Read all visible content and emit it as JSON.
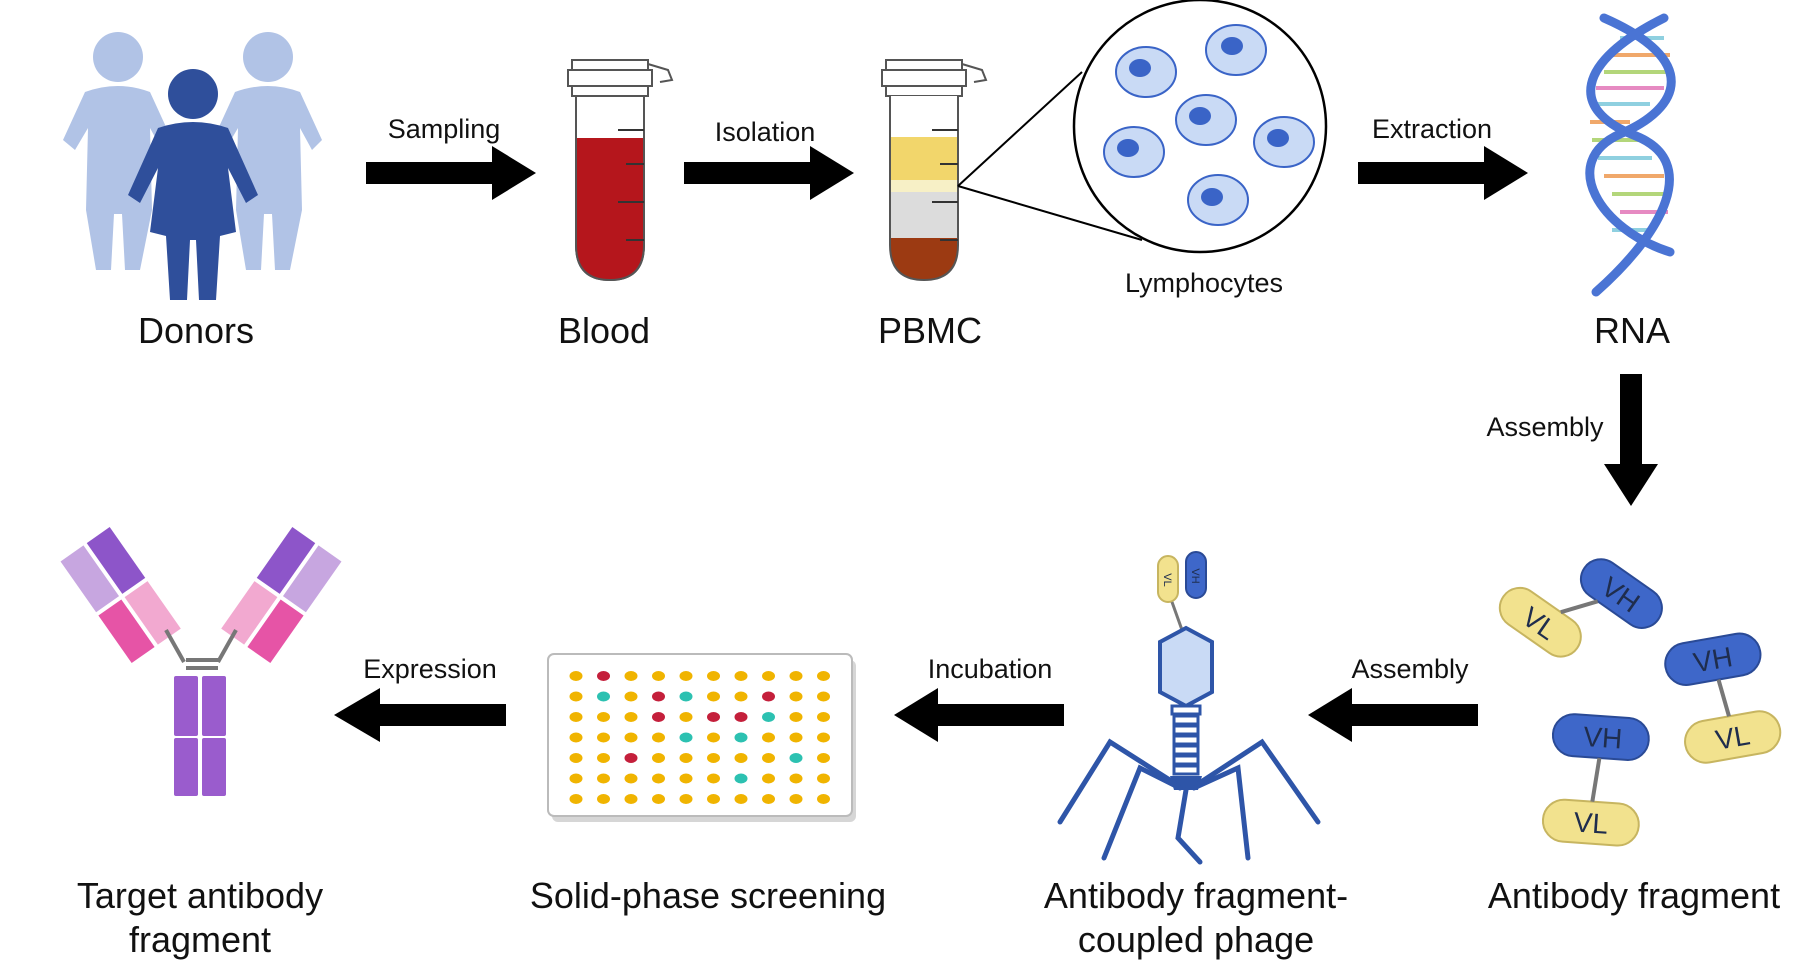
{
  "stages": {
    "donors": "Donors",
    "blood": "Blood",
    "pbmc": "PBMC",
    "lymphocytes": "Lymphocytes",
    "rna": "RNA",
    "antibody_fragment": "Antibody fragment",
    "phage_line1": "Antibody fragment-",
    "phage_line2": "coupled phage",
    "screening": "Solid-phase screening",
    "target_line1": "Target antibody",
    "target_line2": "fragment"
  },
  "steps": {
    "sampling": "Sampling",
    "isolation": "Isolation",
    "extraction": "Extraction",
    "assembly_down": "Assembly",
    "assembly_left": "Assembly",
    "incubation": "Incubation",
    "expression": "Expression"
  },
  "chains": {
    "heavy": "VH",
    "light": "VL"
  },
  "colors": {
    "blood": "#b5161c",
    "plasma": "#f2d66b",
    "buffy": "#f7f0c6",
    "ficoll": "#dcdcdc",
    "rbc_pellet": "#9c3a12",
    "cell": "#c9daf5",
    "nucleus": "#3a64c7",
    "dna_backbone": "#4a74d4",
    "vh": "#3e67c9",
    "vl": "#f2e28e",
    "phage": "#2e55a8",
    "well_yellow": "#f0b400",
    "well_red": "#c41f3b",
    "well_teal": "#2cc1b1",
    "ab_dark_purple": "#8d55c9",
    "ab_light_purple": "#c7a6e0",
    "ab_dark_pink": "#e654a6",
    "ab_light_pink": "#f2a9d0",
    "ab_fc": "#9a5ccd",
    "donor_light": "#b1c3e6",
    "donor_dark": "#2f4f9b"
  },
  "plate_grid": [
    "Y R Y Y Y Y Y Y Y Y",
    "Y T Y R T Y Y R Y Y",
    "Y Y Y R Y R R T Y Y",
    "Y Y Y Y T Y T Y Y Y",
    "Y Y R Y Y Y Y Y T Y",
    "Y Y Y Y Y Y T Y Y Y",
    "Y Y Y Y Y Y Y Y Y Y"
  ]
}
